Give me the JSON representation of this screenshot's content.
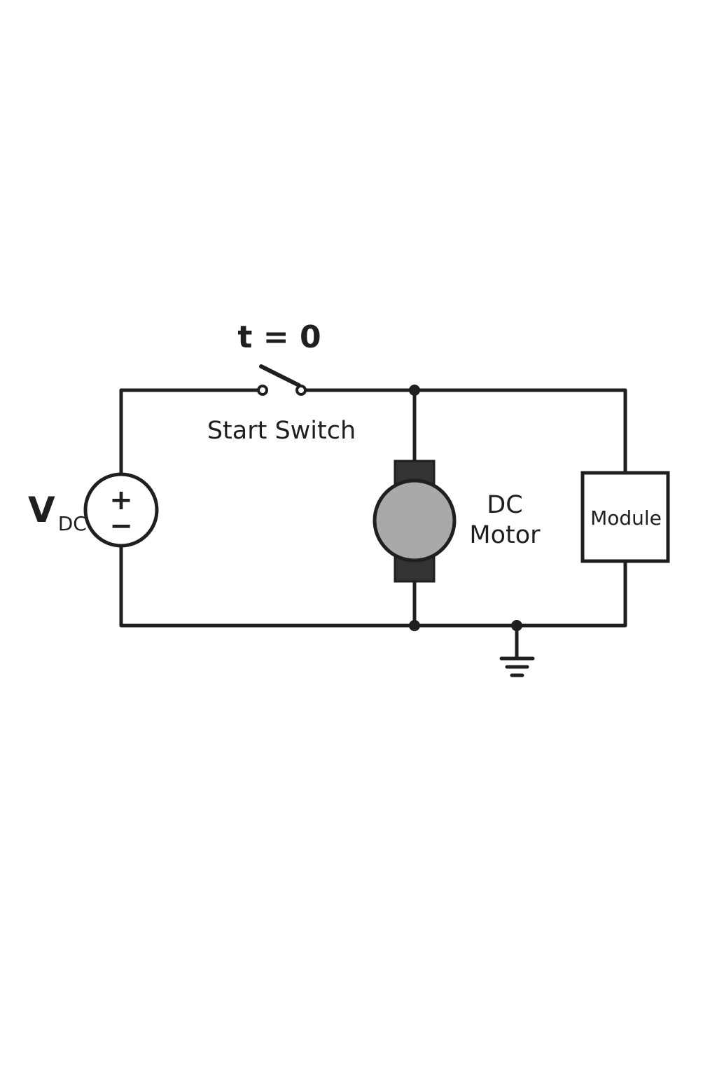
{
  "diagram": {
    "switch_time_label": "t = 0",
    "switch_label": "Start Switch",
    "source": {
      "symbol": "V",
      "subscript": "DC",
      "plus": "+",
      "minus": "−"
    },
    "motor_label_line1": "DC",
    "motor_label_line2": "Motor",
    "module_label": "Module"
  },
  "colors": {
    "wire": "#1f1f1f",
    "motor_body": "#a9a9a9",
    "motor_brush": "#333333",
    "background": "#ffffff"
  },
  "icons": {
    "switch": "spst-switch-icon",
    "source": "dc-voltage-source-icon",
    "motor": "dc-motor-icon",
    "ground": "ground-icon"
  }
}
